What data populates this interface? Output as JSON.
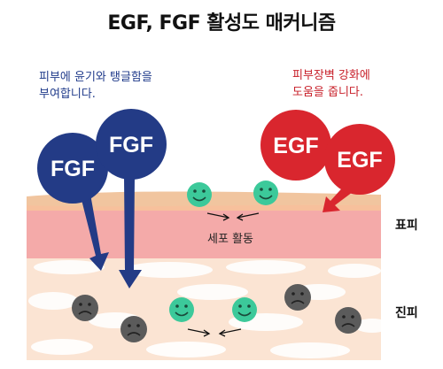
{
  "title": "EGF, FGF 활성도 매커니즘",
  "fgf_note": [
    "피부에 윤기와 탱글함을",
    "부여합니다."
  ],
  "egf_note": [
    "피부장벽 강화에",
    "도움을 줍니다."
  ],
  "labels": {
    "fgf_large": "FGF",
    "fgf_small": "FGF",
    "egf_large": "EGF",
    "egf_small": "EGF",
    "epidermis": "표피",
    "dermis": "진피",
    "cell_activity": "세포 활동"
  },
  "colors": {
    "fgf": "#233b86",
    "egf": "#d9262e",
    "happy_cell": "#3cc99a",
    "sad_cell": "#5b5b5b",
    "epidermis_top": "#f5b98a",
    "epidermis_bottom": "#f3a6a8",
    "dermis": "#fbe3d2"
  }
}
